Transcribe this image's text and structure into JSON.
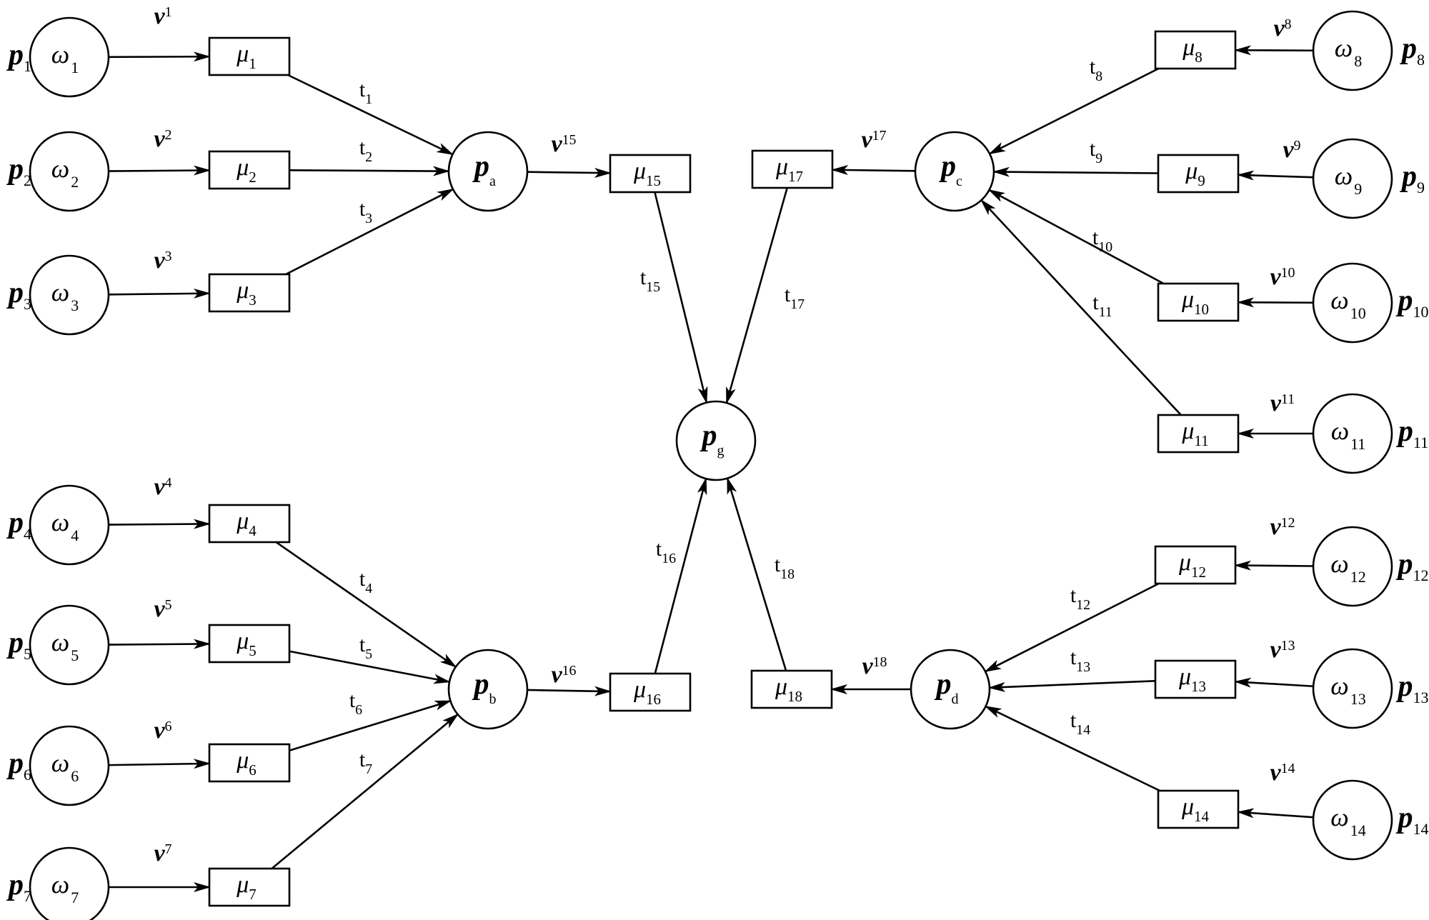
{
  "diagram": {
    "sources": [
      {
        "id": "w1",
        "name": "ω",
        "sub": "1",
        "outer": {
          "name": "p",
          "sub": "1"
        }
      },
      {
        "id": "w2",
        "name": "ω",
        "sub": "2",
        "outer": {
          "name": "p",
          "sub": "2"
        }
      },
      {
        "id": "w3",
        "name": "ω",
        "sub": "3",
        "outer": {
          "name": "p",
          "sub": "3"
        }
      },
      {
        "id": "w4",
        "name": "ω",
        "sub": "4",
        "outer": {
          "name": "p",
          "sub": "4"
        }
      },
      {
        "id": "w5",
        "name": "ω",
        "sub": "5",
        "outer": {
          "name": "p",
          "sub": "5"
        }
      },
      {
        "id": "w6",
        "name": "ω",
        "sub": "6",
        "outer": {
          "name": "p",
          "sub": "6"
        }
      },
      {
        "id": "w7",
        "name": "ω",
        "sub": "7",
        "outer": {
          "name": "p",
          "sub": "7"
        }
      },
      {
        "id": "w8",
        "name": "ω",
        "sub": "8",
        "outer": {
          "name": "p",
          "sub": "8"
        }
      },
      {
        "id": "w9",
        "name": "ω",
        "sub": "9",
        "outer": {
          "name": "p",
          "sub": "9"
        }
      },
      {
        "id": "w10",
        "name": "ω",
        "sub": "10",
        "outer": {
          "name": "p",
          "sub": "10"
        }
      },
      {
        "id": "w11",
        "name": "ω",
        "sub": "11",
        "outer": {
          "name": "p",
          "sub": "11"
        }
      },
      {
        "id": "w12",
        "name": "ω",
        "sub": "12",
        "outer": {
          "name": "p",
          "sub": "12"
        }
      },
      {
        "id": "w13",
        "name": "ω",
        "sub": "13",
        "outer": {
          "name": "p",
          "sub": "13"
        }
      },
      {
        "id": "w14",
        "name": "ω",
        "sub": "14",
        "outer": {
          "name": "p",
          "sub": "14"
        }
      }
    ],
    "places": [
      {
        "id": "pa",
        "name": "p",
        "sub": "a"
      },
      {
        "id": "pb",
        "name": "p",
        "sub": "b"
      },
      {
        "id": "pc",
        "name": "p",
        "sub": "c"
      },
      {
        "id": "pd",
        "name": "p",
        "sub": "d"
      },
      {
        "id": "pg",
        "name": "p",
        "sub": "g"
      }
    ],
    "boxes": [
      {
        "id": "m1",
        "name": "μ",
        "sub": "1"
      },
      {
        "id": "m2",
        "name": "μ",
        "sub": "2"
      },
      {
        "id": "m3",
        "name": "μ",
        "sub": "3"
      },
      {
        "id": "m4",
        "name": "μ",
        "sub": "4"
      },
      {
        "id": "m5",
        "name": "μ",
        "sub": "5"
      },
      {
        "id": "m6",
        "name": "μ",
        "sub": "6"
      },
      {
        "id": "m7",
        "name": "μ",
        "sub": "7"
      },
      {
        "id": "m8",
        "name": "μ",
        "sub": "8"
      },
      {
        "id": "m9",
        "name": "μ",
        "sub": "9"
      },
      {
        "id": "m10",
        "name": "μ",
        "sub": "10"
      },
      {
        "id": "m11",
        "name": "μ",
        "sub": "11"
      },
      {
        "id": "m12",
        "name": "μ",
        "sub": "12"
      },
      {
        "id": "m13",
        "name": "μ",
        "sub": "13"
      },
      {
        "id": "m14",
        "name": "μ",
        "sub": "14"
      },
      {
        "id": "m15",
        "name": "μ",
        "sub": "15"
      },
      {
        "id": "m16",
        "name": "μ",
        "sub": "16"
      },
      {
        "id": "m17",
        "name": "μ",
        "sub": "17"
      },
      {
        "id": "m18",
        "name": "μ",
        "sub": "18"
      }
    ],
    "edges": [
      {
        "from": "w1",
        "to": "m1",
        "label": {
          "name": "ν",
          "sub": "1",
          "kind": "v"
        }
      },
      {
        "from": "w2",
        "to": "m2",
        "label": {
          "name": "ν",
          "sub": "2",
          "kind": "v"
        }
      },
      {
        "from": "w3",
        "to": "m3",
        "label": {
          "name": "ν",
          "sub": "3",
          "kind": "v"
        }
      },
      {
        "from": "w4",
        "to": "m4",
        "label": {
          "name": "ν",
          "sub": "4",
          "kind": "v"
        }
      },
      {
        "from": "w5",
        "to": "m5",
        "label": {
          "name": "ν",
          "sub": "5",
          "kind": "v"
        }
      },
      {
        "from": "w6",
        "to": "m6",
        "label": {
          "name": "ν",
          "sub": "6",
          "kind": "v"
        }
      },
      {
        "from": "w7",
        "to": "m7",
        "label": {
          "name": "ν",
          "sub": "7",
          "kind": "v"
        }
      },
      {
        "from": "w8",
        "to": "m8",
        "label": {
          "name": "ν",
          "sub": "8",
          "kind": "v"
        }
      },
      {
        "from": "w9",
        "to": "m9",
        "label": {
          "name": "ν",
          "sub": "9",
          "kind": "v"
        }
      },
      {
        "from": "w10",
        "to": "m10",
        "label": {
          "name": "ν",
          "sub": "10",
          "kind": "v"
        }
      },
      {
        "from": "w11",
        "to": "m11",
        "label": {
          "name": "ν",
          "sub": "11",
          "kind": "v"
        }
      },
      {
        "from": "w12",
        "to": "m12",
        "label": {
          "name": "ν",
          "sub": "12",
          "kind": "v"
        }
      },
      {
        "from": "w13",
        "to": "m13",
        "label": {
          "name": "ν",
          "sub": "13",
          "kind": "v"
        }
      },
      {
        "from": "w14",
        "to": "m14",
        "label": {
          "name": "ν",
          "sub": "14",
          "kind": "v"
        }
      },
      {
        "from": "m1",
        "to": "pa",
        "label": {
          "name": "t",
          "sub": "1",
          "kind": "t"
        }
      },
      {
        "from": "m2",
        "to": "pa",
        "label": {
          "name": "t",
          "sub": "2",
          "kind": "t"
        }
      },
      {
        "from": "m3",
        "to": "pa",
        "label": {
          "name": "t",
          "sub": "3",
          "kind": "t"
        }
      },
      {
        "from": "m4",
        "to": "pb",
        "label": {
          "name": "t",
          "sub": "4",
          "kind": "t"
        }
      },
      {
        "from": "m5",
        "to": "pb",
        "label": {
          "name": "t",
          "sub": "5",
          "kind": "t"
        }
      },
      {
        "from": "m6",
        "to": "pb",
        "label": {
          "name": "t",
          "sub": "6",
          "kind": "t"
        }
      },
      {
        "from": "m7",
        "to": "pb",
        "label": {
          "name": "t",
          "sub": "7",
          "kind": "t"
        }
      },
      {
        "from": "m8",
        "to": "pc",
        "label": {
          "name": "t",
          "sub": "8",
          "kind": "t"
        }
      },
      {
        "from": "m9",
        "to": "pc",
        "label": {
          "name": "t",
          "sub": "9",
          "kind": "t"
        }
      },
      {
        "from": "m10",
        "to": "pc",
        "label": {
          "name": "t",
          "sub": "10",
          "kind": "t"
        }
      },
      {
        "from": "m11",
        "to": "pc",
        "label": {
          "name": "t",
          "sub": "11",
          "kind": "t"
        }
      },
      {
        "from": "m12",
        "to": "pd",
        "label": {
          "name": "t",
          "sub": "12",
          "kind": "t"
        }
      },
      {
        "from": "m13",
        "to": "pd",
        "label": {
          "name": "t",
          "sub": "13",
          "kind": "t"
        }
      },
      {
        "from": "m14",
        "to": "pd",
        "label": {
          "name": "t",
          "sub": "14",
          "kind": "t"
        }
      },
      {
        "from": "pa",
        "to": "m15",
        "label": {
          "name": "v",
          "sub": "15",
          "kind": "v"
        }
      },
      {
        "from": "pb",
        "to": "m16",
        "label": {
          "name": "v",
          "sub": "16",
          "kind": "v"
        }
      },
      {
        "from": "pc",
        "to": "m17",
        "label": {
          "name": "v",
          "sub": "17",
          "kind": "v"
        }
      },
      {
        "from": "pd",
        "to": "m18",
        "label": {
          "name": "v",
          "sub": "18",
          "kind": "v"
        }
      },
      {
        "from": "m15",
        "to": "pg",
        "label": {
          "name": "t",
          "sub": "15",
          "kind": "t"
        }
      },
      {
        "from": "m16",
        "to": "pg",
        "label": {
          "name": "t",
          "sub": "16",
          "kind": "t"
        }
      },
      {
        "from": "m17",
        "to": "pg",
        "label": {
          "name": "t",
          "sub": "17",
          "kind": "t"
        }
      },
      {
        "from": "m18",
        "to": "pg",
        "label": {
          "name": "t",
          "sub": "18",
          "kind": "t"
        }
      }
    ]
  }
}
